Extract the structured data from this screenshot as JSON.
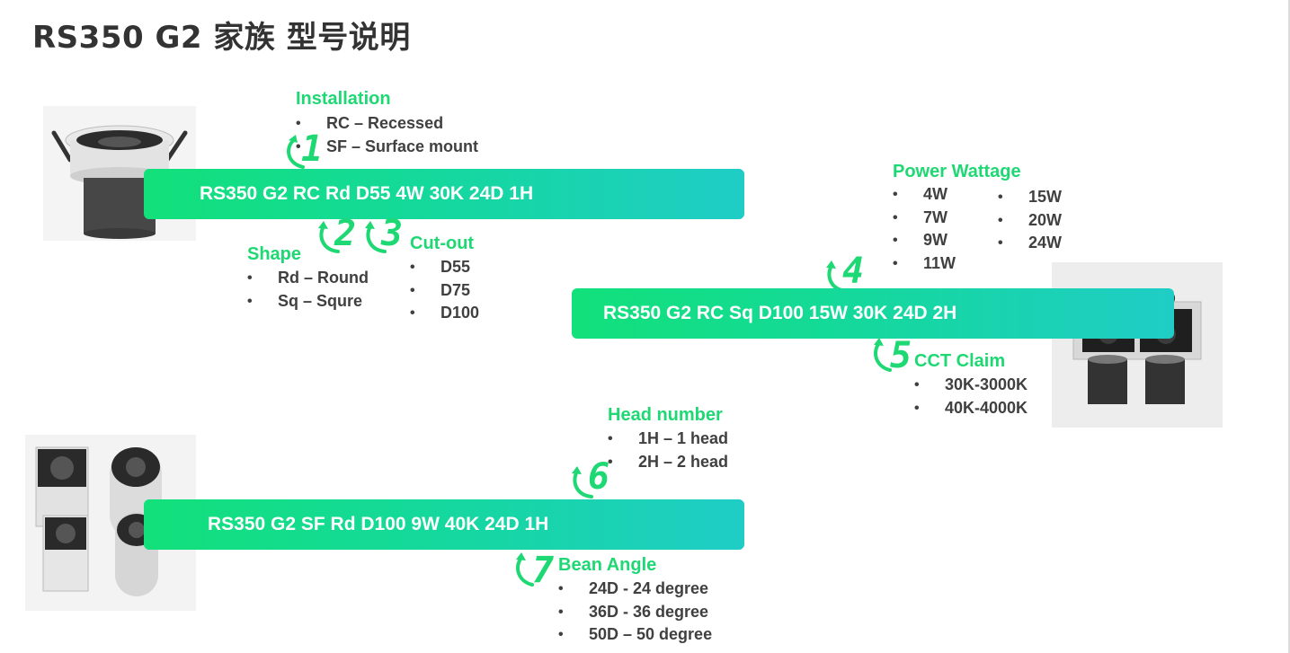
{
  "title": "RS350 G2 家族 型号说明",
  "colors": {
    "accent": "#1ed873",
    "band_start": "#12e07a",
    "band_end": "#1fcdc6",
    "text": "#404040"
  },
  "codes": [
    "RS350 G2 RC Rd D55 4W 30K 24D 1H",
    "RS350 G2 RC Sq D100 15W 30K 24D 2H",
    "RS350 G2 SF Rd D100 9W 40K 24D 1H"
  ],
  "sections": {
    "installation": {
      "number": "1",
      "heading": "Installation",
      "items": [
        "RC – Recessed",
        "SF – Surface mount"
      ]
    },
    "shape": {
      "number": "2",
      "heading": "Shape",
      "items": [
        "Rd – Round",
        "Sq – Squre"
      ]
    },
    "cutout": {
      "number": "3",
      "heading": "Cut-out",
      "items": [
        "D55",
        "D75",
        "D100"
      ]
    },
    "power": {
      "number": "4",
      "heading": "Power Wattage",
      "col1": [
        "4W",
        "7W",
        "9W",
        "11W"
      ],
      "col2": [
        "15W",
        "20W",
        "24W"
      ]
    },
    "cct": {
      "number": "5",
      "heading": "CCT Claim",
      "items": [
        "30K-3000K",
        "40K-4000K"
      ]
    },
    "head": {
      "number": "6",
      "heading": "Head number",
      "items": [
        "1H – 1 head",
        "2H – 2 head"
      ]
    },
    "beam": {
      "number": "7",
      "heading": "Bean Angle",
      "items": [
        "24D - 24 degree",
        "36D - 36 degree",
        "50D – 50 degree"
      ]
    }
  },
  "icons": [
    "curved-arrow-icon",
    "recessed-downlight-icon",
    "double-head-grille-icon",
    "surface-spotlights-icon"
  ]
}
